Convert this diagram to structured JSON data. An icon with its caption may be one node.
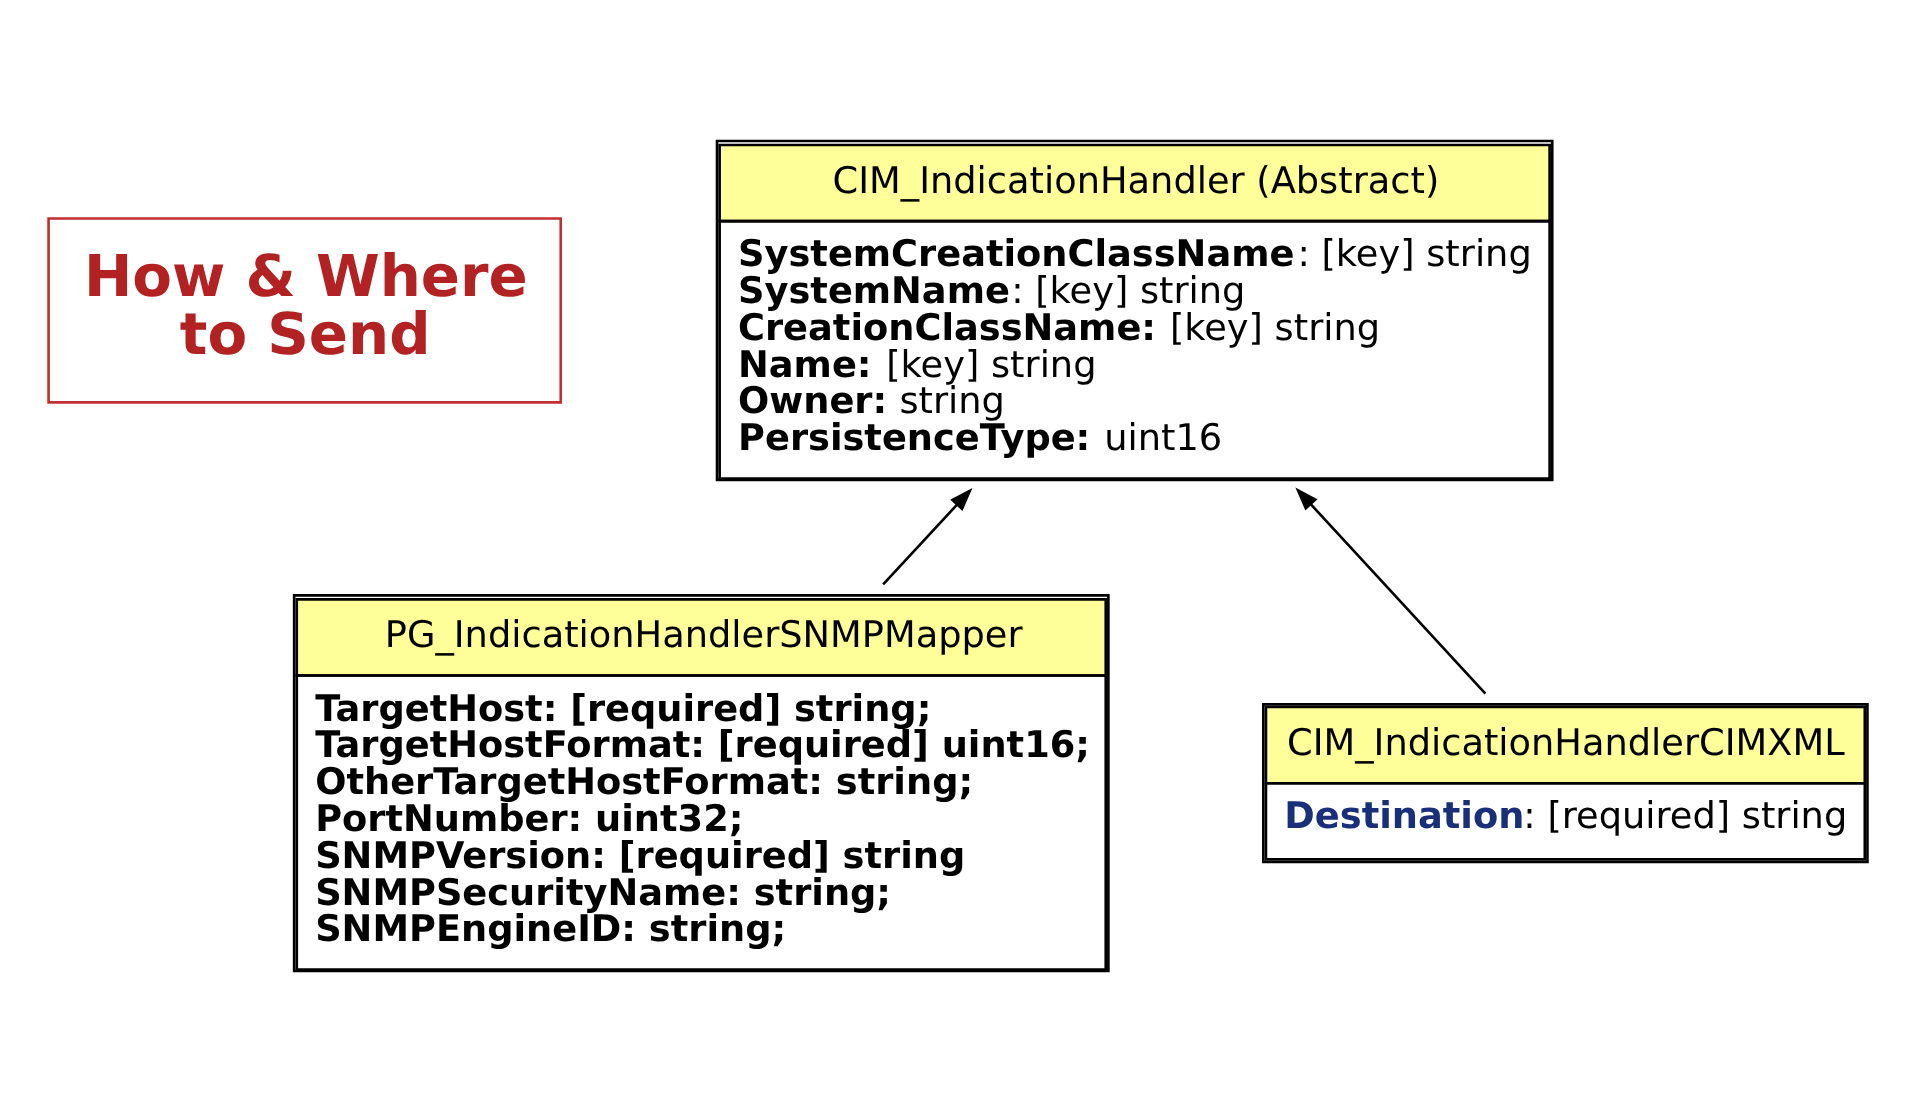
{
  "diagram": {
    "nodes": [
      {
        "text": [
          "How & Where to Send"
        ]
      },
      {
        "text": [
          "CIM_IndicationHandler (Abstract)",
          "**SystemCreationClassName**: [key] string",
          "**SystemName**: [key] string",
          "**CreationClassName:** [key] string",
          "**Name:** [key] string",
          "**Owner:** string",
          "**PersistenceType:** uint16"
        ]
      },
      {
        "text": [
          "PG_IndicationHandlerSNMPMapper",
          "TargetHost: [required] string;",
          "TargetHostFormat: [required] uint16;",
          "OtherTargetHostFormat: string;",
          "PortNumber: uint32;",
          "SNMPVersion: [required] string",
          "SNMPSecurityName: string;",
          "SNMPEngineID: string;"
        ]
      },
      {
        "text": [
          "CIM_IndicationHandlerCIMXML",
          "**Destination**: [required] string"
        ]
      }
    ],
    "edges": [
      {
        "from": 2,
        "to": 1,
        "arrow": "to"
      },
      {
        "from": 3,
        "to": 1,
        "arrow": "to"
      }
    ]
  }
}
